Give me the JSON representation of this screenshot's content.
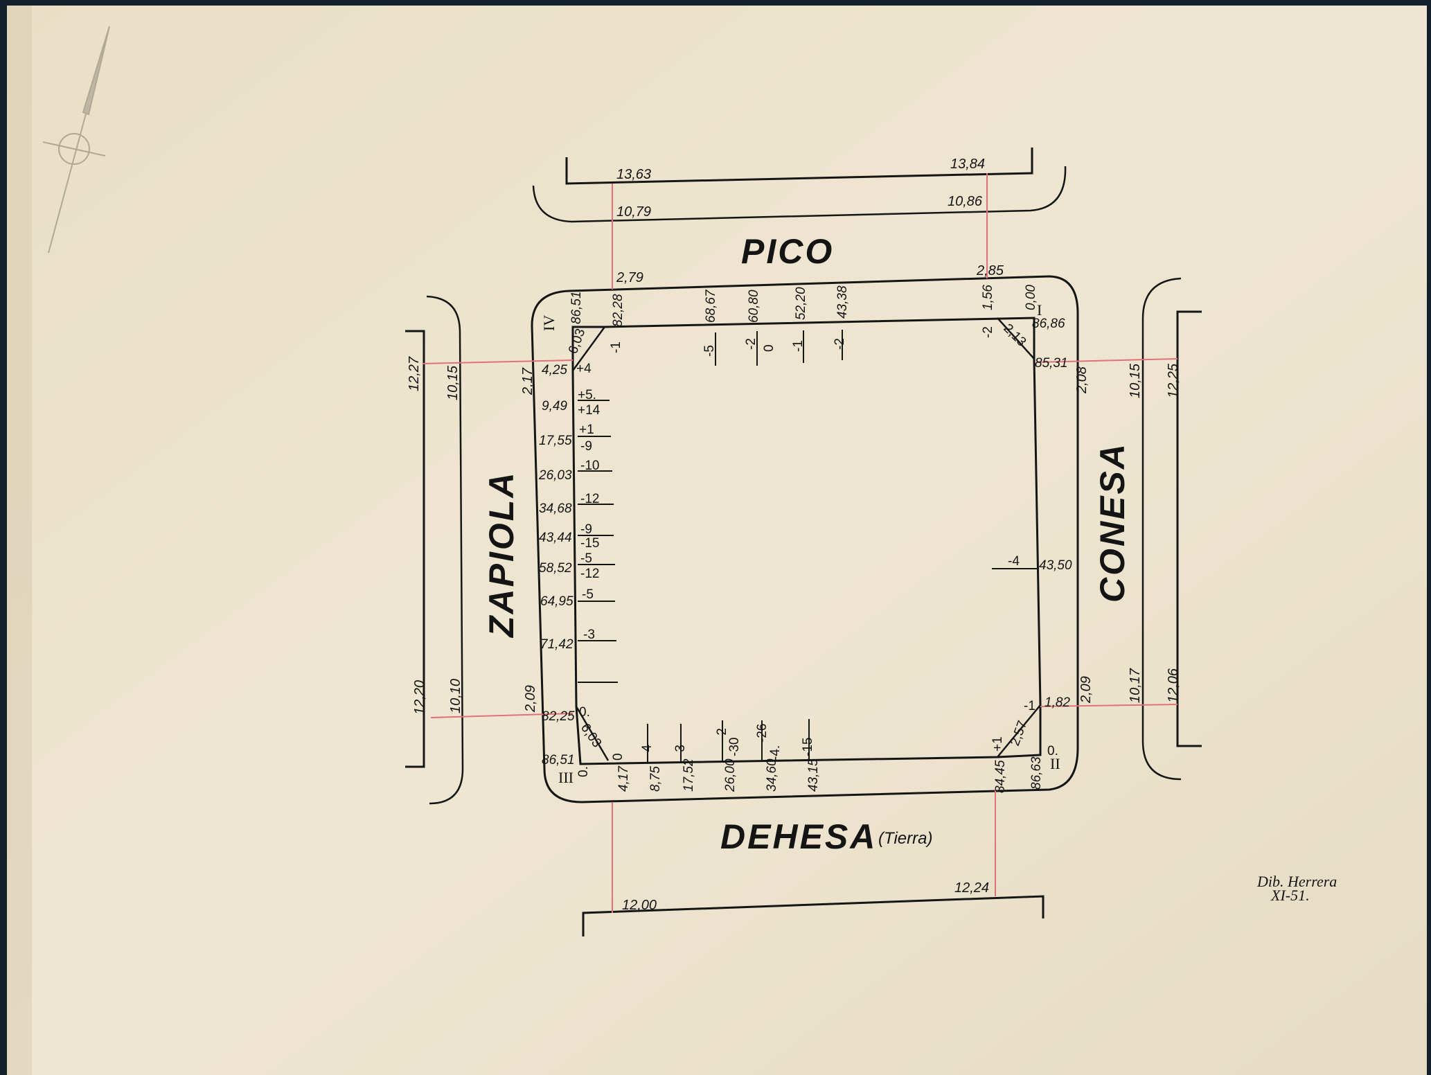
{
  "streets": {
    "north": "PICO",
    "east": "CONESA",
    "south": "DEHESA",
    "south_note": "(Tierra)",
    "west": "ZAPIOLA"
  },
  "corners": [
    "I",
    "II",
    "III",
    "IV"
  ],
  "north": {
    "line_top": [
      "13,63",
      "13,84"
    ],
    "curb": [
      "10,79",
      "10,86"
    ],
    "offsets": [
      "2,79",
      "2,85"
    ],
    "levels": [
      "86,51",
      "82,28",
      "68,67",
      "60,80",
      "52,20",
      "43,38",
      "1,56",
      "0,00"
    ],
    "profile": [
      "-1",
      "-5",
      "-2",
      "0",
      "-1",
      "-2",
      "-2"
    ]
  },
  "east": {
    "line_out": [
      "12,25",
      "12,06"
    ],
    "curb": [
      "10,15",
      "10,17"
    ],
    "offsets": [
      "2,08",
      "2,09"
    ],
    "levels": [
      "86,86",
      "85,31",
      "43,50",
      "1,82",
      "86,63"
    ],
    "profile": [
      "-4",
      "-1",
      "+1",
      "0."
    ],
    "chamfer": [
      "2,13",
      "2,57"
    ]
  },
  "south": {
    "line_bottom": [
      "12,00",
      "12,24"
    ],
    "levels": [
      "4,17",
      "8,75",
      "17,52",
      "26,00",
      "34,60",
      "43,15",
      "84,45"
    ],
    "profile": [
      "0",
      "-4",
      "-3",
      "-2",
      "-30",
      "-26",
      "-4.",
      "-15"
    ]
  },
  "west": {
    "line_out": [
      "12,27",
      "12,20"
    ],
    "curb": [
      "10,15",
      "10,10"
    ],
    "offsets": [
      "2,17",
      "2,09"
    ],
    "levels": [
      "4,25",
      "9,49",
      "17,55",
      "26,03",
      "34,68",
      "43,44",
      "58,52",
      "64,95",
      "71,42",
      "82,25",
      "86,51"
    ],
    "profile": [
      "+4",
      "+5.",
      "+14",
      "+1",
      "-9",
      "-10",
      "-12",
      "-9",
      "-15",
      "-5",
      "-12",
      "-5",
      "-3",
      "0.",
      "0."
    ],
    "chamfer": [
      "6,03",
      "6,03"
    ]
  },
  "signature": {
    "name": "Dib. Herrera",
    "date": "XI-51."
  },
  "colors": {
    "paper": "#efe6d2",
    "ink": "#151515",
    "red_line": "#e2707c"
  }
}
